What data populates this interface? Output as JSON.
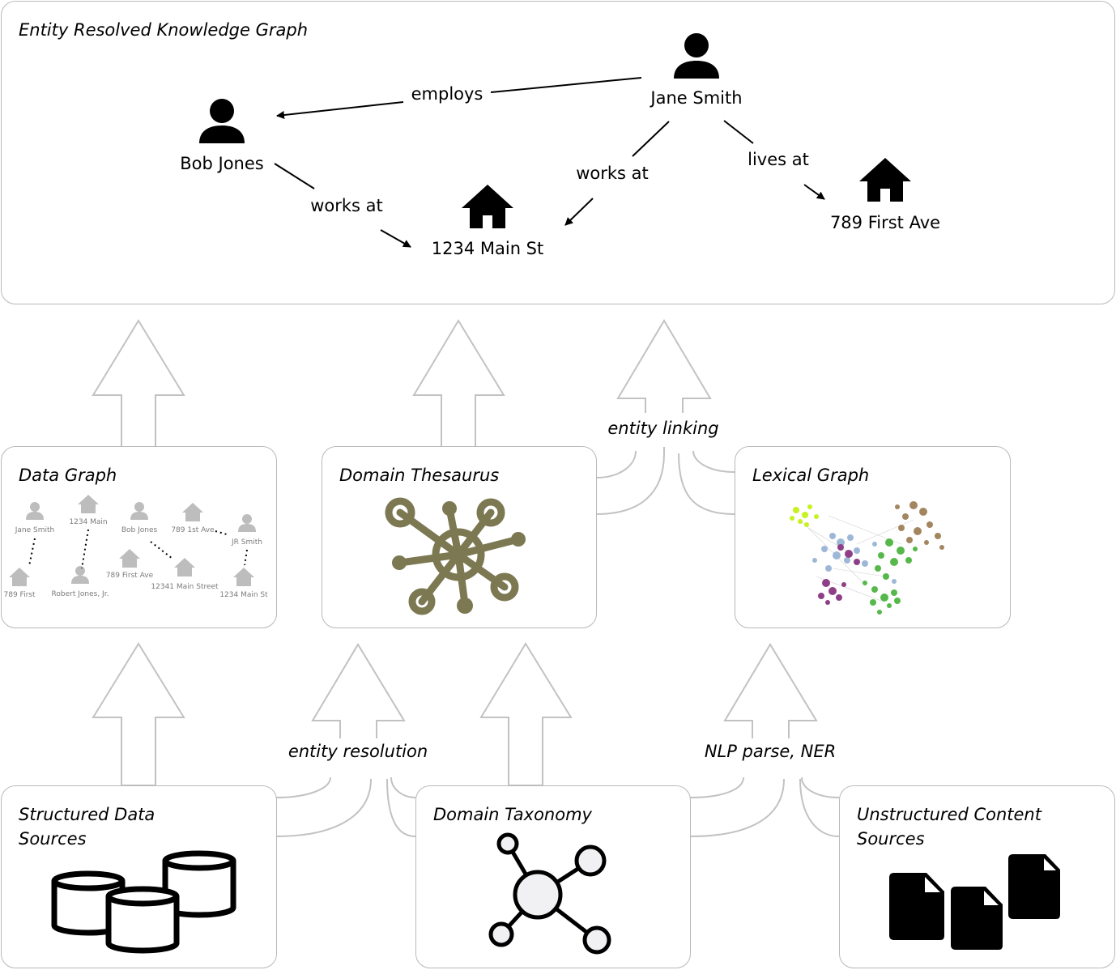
{
  "knowledge_graph": {
    "title": "Entity Resolved Knowledge Graph",
    "nodes": {
      "bob": "Bob Jones",
      "jane": "Jane Smith",
      "main": "1234 Main St",
      "first": "789 First Ave"
    },
    "edges": {
      "employs": "employs",
      "bob_works_at": "works at",
      "jane_works_at": "works at",
      "lives_at": "lives at"
    }
  },
  "flows": {
    "entity_linking": "entity linking",
    "entity_resolution": "entity resolution",
    "nlp": "NLP parse, NER"
  },
  "data_graph": {
    "title": "Data Graph",
    "labels": {
      "jane_smith": "Jane Smith",
      "main_1234": "1234 Main",
      "bob_jones": "Bob Jones",
      "first_789_1st": "789 1st Ave",
      "jr_smith": "JR Smith",
      "first_789": "789 First",
      "robert": "Robert Jones, Jr.",
      "first_ave_789": "789 First Ave",
      "main_street": "12341 Main Street",
      "main_st": "1234 Main St"
    }
  },
  "domain_thesaurus": {
    "title": "Domain Thesaurus"
  },
  "lexical_graph": {
    "title": "Lexical Graph"
  },
  "structured_sources": {
    "title": "Structured Data\nSources"
  },
  "domain_taxonomy": {
    "title": "Domain Taxonomy"
  },
  "unstructured_sources": {
    "title": "Unstructured Content\nSources"
  },
  "colors": {
    "border": "#b9b9b9",
    "thesaurus": "#7c7852",
    "mini_icon": "#bdbdbd",
    "lex_green": "#56b84a",
    "lex_purple": "#8e3f87",
    "lex_blue": "#9db7d6",
    "lex_brown": "#a38660",
    "lex_lime": "#c6f21e"
  }
}
